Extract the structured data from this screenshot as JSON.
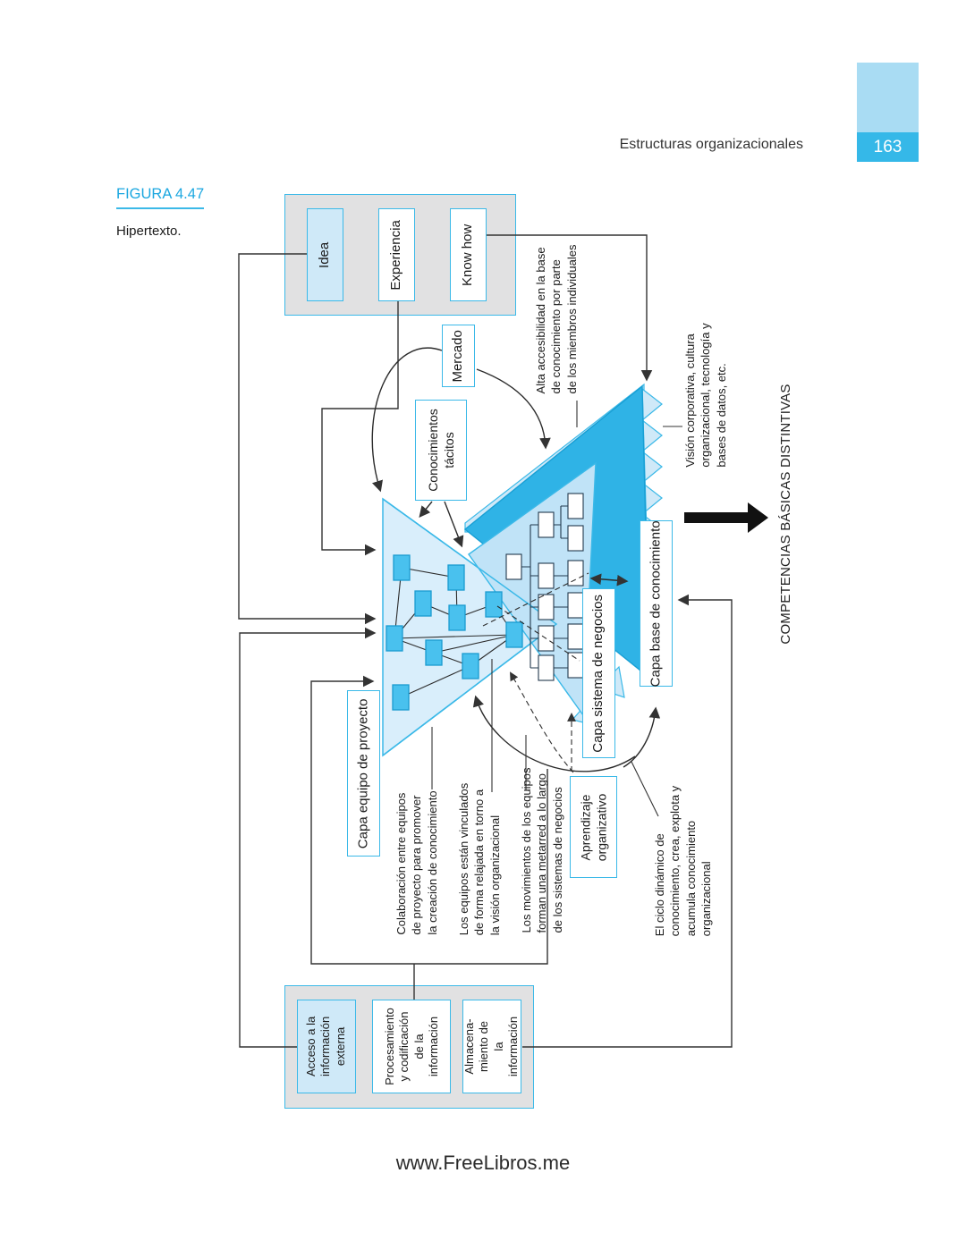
{
  "page": {
    "header": {
      "title": "Estructuras organizacionales",
      "page_number": "163"
    },
    "figure_label": "FIGURA 4.47",
    "figure_caption": "Hipertexto.",
    "footer": "www.FreeLibros.me"
  },
  "diagram": {
    "inputs": {
      "idea": "Idea",
      "experiencia": "Experiencia",
      "know_how": "Know how"
    },
    "mercado": "Mercado",
    "conocimientos_tacitos": "Conocimientos\ntácitos",
    "alta_accesibilidad": "Alta accesibilidad en la base\nde conocimiento por parte\nde los miembros individuales",
    "vision_corporativa": "Visión corporativa, cultura\norganizacional, tecnología y\nbases de datos, etc.",
    "competencias": "COMPETENCIAS BÁSICAS DISTINTIVAS",
    "layers": {
      "project": "Capa equipo de proyecto",
      "business": "Capa sistema de negocios",
      "knowledge": "Capa base de conocimiento"
    },
    "aprendizaje": "Aprendizaje\norganizativo",
    "annotations": {
      "colaboracion": "Colaboración entre equipos\nde proyecto para promover\nla creación de conocimiento",
      "equipos_vinculados": "Los equipos están vinculados\nde forma relajada en torno a\nla visión organizacional",
      "movimientos": "Los movimientos de los equipos\nforman una metarred a lo largo\nde los sistemas de negocios",
      "ciclo": "El ciclo dinámico de\nconocimiento, crea, explota y\nacumula conocimiento\norganizacional"
    },
    "bottom_processes": {
      "acceso": "Acceso a la\ninformación\nexterna",
      "procesamiento": "Procesamiento\ny codificación\nde la\ninformación",
      "almacenamiento": "Almacena-\nmiento de la\ninformación"
    },
    "colors": {
      "accent": "#29abe2",
      "plane_dark": "#2fb3e6",
      "plane_mid": "#c0e3f7",
      "plane_light": "#d9eefb",
      "box_light": "#cfe9f8",
      "gray_fill": "#e1e1e2",
      "line": "#333333"
    }
  }
}
